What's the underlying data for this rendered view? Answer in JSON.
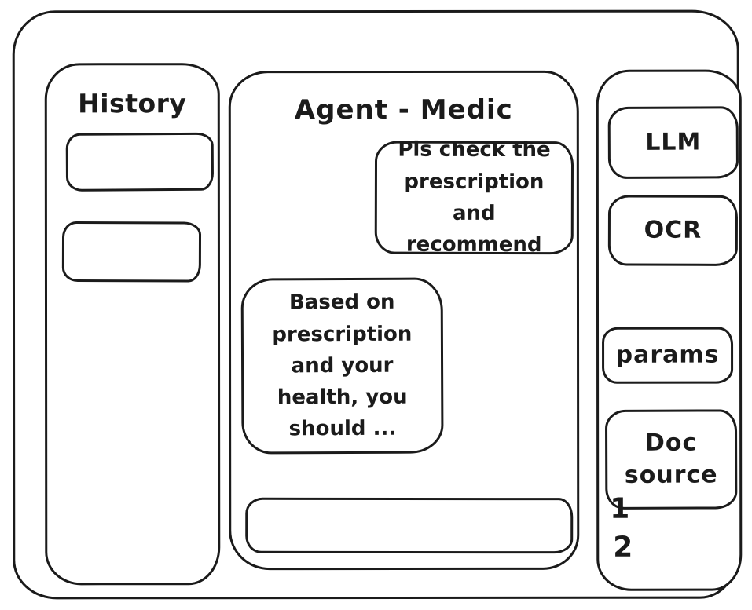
{
  "canvas": {
    "background_color": "#ffffff",
    "ink_color": "#1b1b1b"
  },
  "history_panel": {
    "title": "History",
    "items": [
      "",
      ""
    ]
  },
  "chat_panel": {
    "title": "Agent - Medic",
    "messages": [
      {
        "role": "user",
        "text": "Pls check the\nprescription\nand recommend"
      },
      {
        "role": "assistant",
        "text": "Based on\nprescription\nand your\nhealth, you\nshould ..."
      }
    ],
    "input": {
      "value": "",
      "placeholder": ""
    }
  },
  "tools_panel": {
    "buttons": [
      {
        "label": "LLM"
      },
      {
        "label": "OCR"
      },
      {
        "label": "params"
      },
      {
        "label": "Doc\nsource"
      }
    ],
    "doc_source_items": [
      "1",
      "2"
    ]
  }
}
